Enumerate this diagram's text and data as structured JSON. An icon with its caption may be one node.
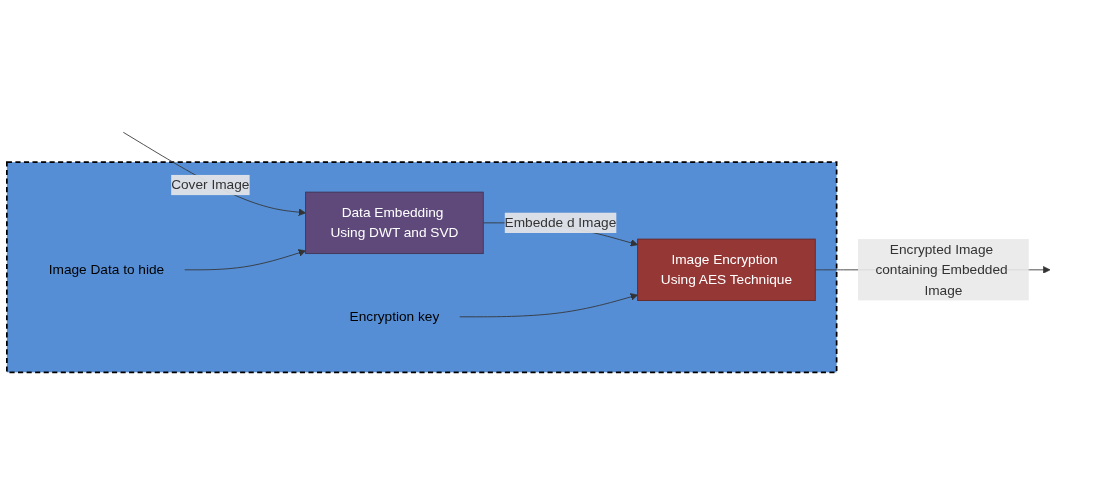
{
  "diagram": {
    "nodes": [
      {
        "text": [],
        "shape": "box"
      },
      {
        "text": [
          "Image Data to hide"
        ],
        "in": 0
      },
      {
        "text": [
          "Encryption key"
        ],
        "in": 0
      },
      {
        "text": [
          "Data Embedding Using DWT and SVD"
        ],
        "in": 0
      },
      {
        "text": [
          "Image Encryption Using AES Technique"
        ],
        "in": 0
      }
    ],
    "edges": [
      {
        "from": null,
        "to": 3,
        "arrow": "to",
        "label": "Cover Image"
      },
      {
        "from": 1,
        "to": 3,
        "arrow": "to"
      },
      {
        "from": 3,
        "to": 4,
        "arrow": "to",
        "label": "Embedde d Image"
      },
      {
        "from": 2,
        "to": 4,
        "arrow": "to"
      },
      {
        "from": 4,
        "to": null,
        "arrow": "to",
        "label": "Encrypted Image containing Embedded Image"
      }
    ]
  }
}
